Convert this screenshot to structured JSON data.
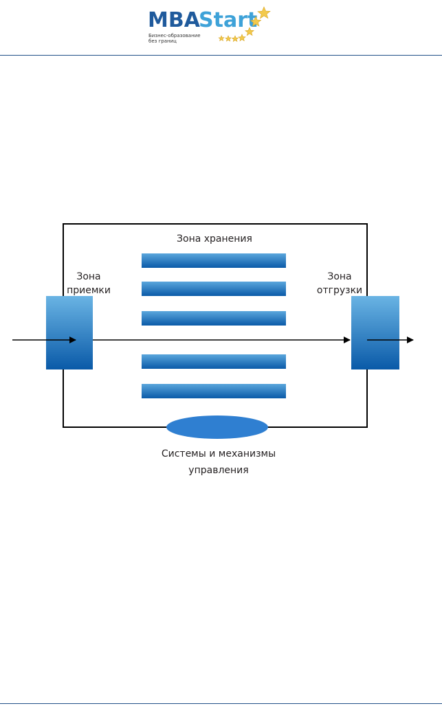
{
  "header": {
    "logo": {
      "mba": "MBA",
      "start": "Start",
      "tagline_line1": "Бизнес-образование",
      "tagline_line2": "без границ",
      "brand_color": "#1f5a9c",
      "accent_color": "#3ea2d8",
      "star_color": "#f2c94c"
    },
    "rule_color": "#1f4f86"
  },
  "diagram": {
    "storage_zone": "Зона хранения",
    "receiving_zone_line1": "Зона",
    "receiving_zone_line2": "приемки",
    "shipping_zone_line1": "Зона",
    "shipping_zone_line2": "отгрузки",
    "control_systems_line1": "Системы и механизмы",
    "control_systems_line2": "управления",
    "shelf_color_top": "#5aa6dc",
    "shelf_color_bottom": "#0a5aa8",
    "ellipse_color": "#2f7fd1",
    "line_color": "#000000"
  }
}
